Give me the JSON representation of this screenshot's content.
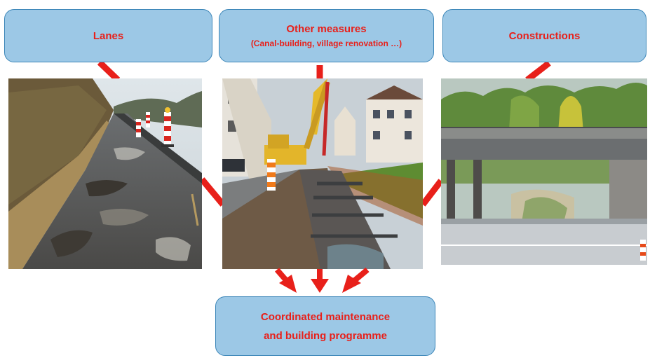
{
  "boxes": {
    "lanes": {
      "label": "Lanes"
    },
    "other_measures": {
      "label": "Other measures",
      "sublabel": "(Canal-building, village renovation …)"
    },
    "constructions": {
      "label": "Constructions"
    },
    "coordinated": {
      "line1": "Coordinated maintenance",
      "line2": "and building programme"
    }
  },
  "colors": {
    "box_fill": "#9cc8e6",
    "box_border": "#3c86b8",
    "text": "#e8201a",
    "arrow": "#e8201a"
  },
  "photos": [
    {
      "subject": "damaged road lane with warning beacons"
    },
    {
      "subject": "canal-building trench with excavator in a village street"
    },
    {
      "subject": "concrete highway bridge over a road"
    }
  ]
}
